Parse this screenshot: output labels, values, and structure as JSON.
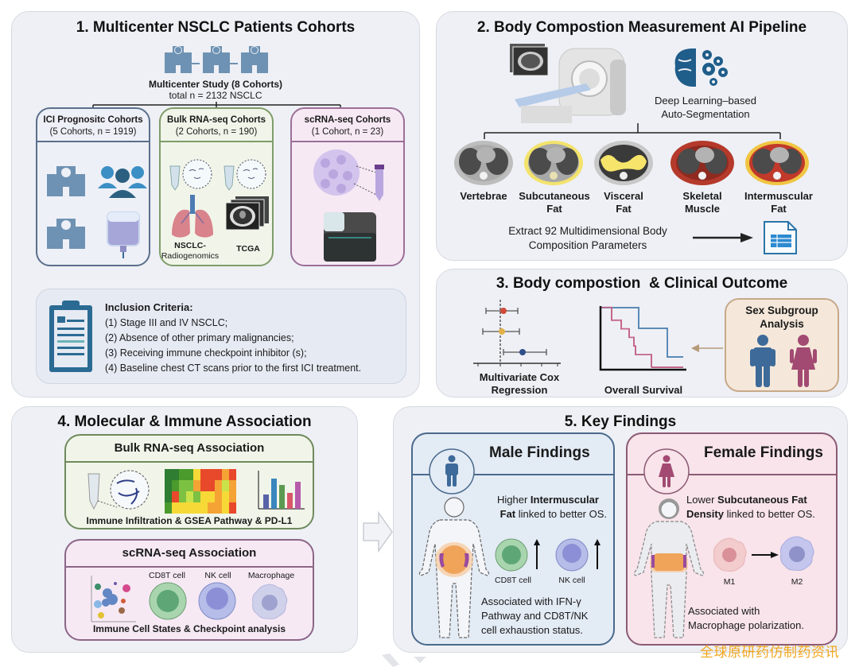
{
  "colors": {
    "panel_bg": "#eef0f5",
    "ici_border": "#5a6f8c",
    "bulk_border": "#7f9c6a",
    "bulk_bg": "#f1f5e9",
    "sc_border": "#9c6f98",
    "sc_bg": "#f6e9f4",
    "male": "#3d6a99",
    "female": "#a24a72",
    "sex_box_bg": "#f5e8da",
    "sex_box_border": "#c7a888",
    "male_panel_bg": "#e3ebf5",
    "female_panel_bg": "#f8e4ea",
    "watermark": "#f2a61b"
  },
  "section1": {
    "title": "1. Multicenter NSCLC Patients Cohorts",
    "study_title": "Multicenter Study (8 Cohorts)",
    "study_total": "total n = 2132 NSCLC",
    "cohorts": [
      {
        "title": "ICI Prognositc Cohorts",
        "subtitle": "(5 Cohorts, n = 1919)"
      },
      {
        "title": "Bulk RNA-seq Cohorts",
        "subtitle": "(2 Cohorts, n = 190)",
        "labels": [
          "NSCLC-",
          "Radiogenomics",
          "TCGA"
        ]
      },
      {
        "title": "scRNA-seq Cohorts",
        "subtitle": "(1 Cohort, n = 23)"
      }
    ],
    "criteria": {
      "title": "Inclusion Criteria:",
      "items": [
        "(1) Stage III and IV NSCLC;",
        "(2) Absence of other primary malignancies;",
        "(3) Receiving immune checkpoint inhibitor (s);",
        "(4) Baseline chest CT scans prior to the first ICI treatment."
      ]
    }
  },
  "section2": {
    "title": "2. Body Compostion Measurement AI Pipeline",
    "dl_label_1": "Deep Learning–based",
    "dl_label_2": "Auto-Segmentation",
    "tissues": [
      {
        "line1": "Vertebrae",
        "line2": ""
      },
      {
        "line1": "Subcutaneous",
        "line2": "Fat"
      },
      {
        "line1": "Visceral",
        "line2": "Fat"
      },
      {
        "line1": "Skeletal",
        "line2": "Muscle"
      },
      {
        "line1": "Intermuscular",
        "line2": "Fat"
      }
    ],
    "extract_1": "Extract 92 Multidimensional Body",
    "extract_2": "Composition Parameters"
  },
  "section3": {
    "title": "3. Body compostion  & Clinical Outcome",
    "cox_label_1": "Multivariate Cox",
    "cox_label_2": "Regression",
    "os_label": "Overall Survival",
    "sex_box_1": "Sex Subgroup",
    "sex_box_2": "Analysis"
  },
  "section4": {
    "title": "4. Molecular & Immune Association",
    "bulk": {
      "title": "Bulk RNA-seq Association",
      "caption": "Immune Infiltration & GSEA Pathway & PD-L1"
    },
    "sc": {
      "title": "scRNA-seq Association",
      "cells": [
        "CD8T cell",
        "NK cell",
        "Macrophage"
      ],
      "caption": "Immune Cell States & Checkpoint analysis"
    }
  },
  "section5": {
    "title": "5. Key Findings",
    "male": {
      "title": "Male Findings",
      "finding_pre": "Higher ",
      "finding_bold_1": "Intermuscular",
      "finding_bold_2": "Fat",
      "finding_post": " linked to better OS.",
      "cells": [
        "CD8T cell",
        "NK cell"
      ],
      "assoc": [
        "Associated with IFN-γ",
        "Pathway and CD8T/NK",
        "cell exhaustion status."
      ]
    },
    "female": {
      "title": "Female Findings",
      "finding_pre": "Lower ",
      "finding_bold_1": "Subcutaneous Fat",
      "finding_bold_2": "Density",
      "finding_post": " linked to better OS.",
      "cells": [
        "M1",
        "M2"
      ],
      "assoc": [
        "Associated with",
        "Macrophage polarization."
      ]
    }
  },
  "watermark": "全球原研药仿制药资讯"
}
